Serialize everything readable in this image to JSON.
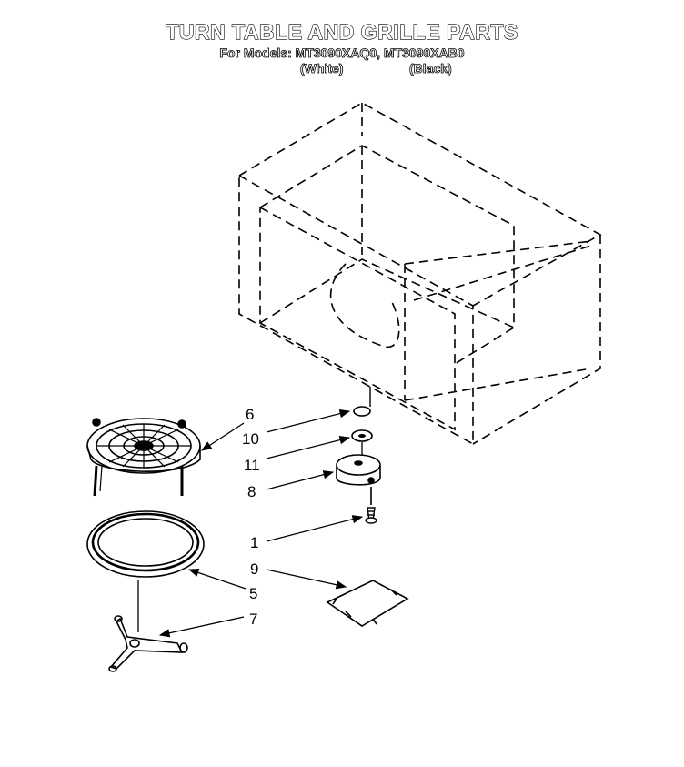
{
  "header": {
    "title": "TURN TABLE AND GRILLE PARTS",
    "models": "For Models: MT3090XAQ0, MT3090XAB0",
    "variant_white": "(White)",
    "variant_black": "(Black)"
  },
  "callouts": {
    "c6": "6",
    "c10": "10",
    "c11": "11",
    "c8": "8",
    "c1": "1",
    "c9": "9",
    "c5": "5",
    "c7": "7"
  },
  "colors": {
    "line": "#000000",
    "background": "#ffffff"
  }
}
